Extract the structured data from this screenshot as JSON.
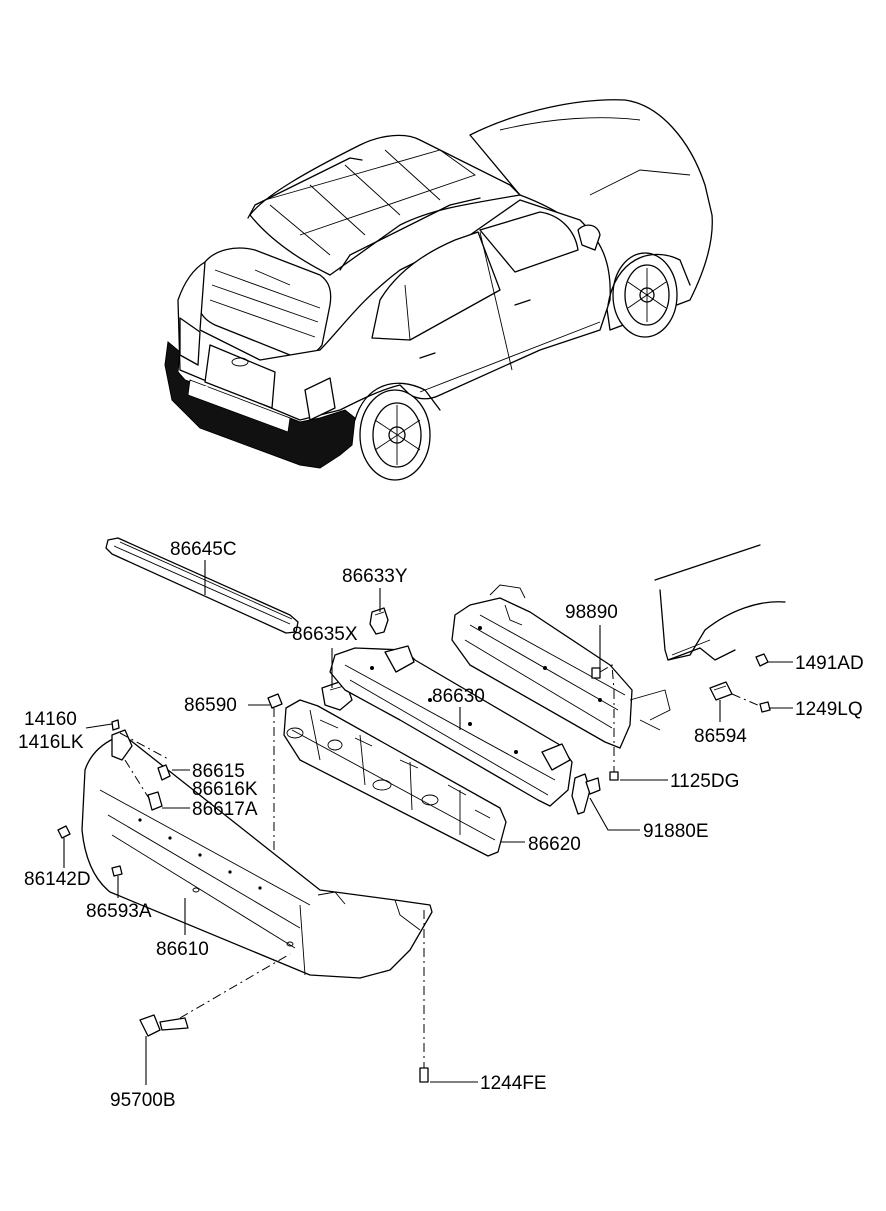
{
  "diagram": {
    "background": "#ffffff",
    "line_color": "#000000",
    "parts": [
      {
        "id": "p86645C",
        "label": "86645C"
      },
      {
        "id": "p86633Y",
        "label": "86633Y"
      },
      {
        "id": "p98890",
        "label": "98890"
      },
      {
        "id": "p86635X",
        "label": "86635X"
      },
      {
        "id": "p1491AD",
        "label": "1491AD"
      },
      {
        "id": "p86590",
        "label": "86590"
      },
      {
        "id": "p86630",
        "label": "86630"
      },
      {
        "id": "p1249LQ",
        "label": "1249LQ"
      },
      {
        "id": "p14160",
        "label": "14160"
      },
      {
        "id": "p1416LK",
        "label": "1416LK"
      },
      {
        "id": "p86594",
        "label": "86594"
      },
      {
        "id": "p86615",
        "label": "86615"
      },
      {
        "id": "p86616K",
        "label": "86616K"
      },
      {
        "id": "p1125DG",
        "label": "1125DG"
      },
      {
        "id": "p86617A",
        "label": "86617A"
      },
      {
        "id": "p91880E",
        "label": "91880E"
      },
      {
        "id": "p86620",
        "label": "86620"
      },
      {
        "id": "p86142D",
        "label": "86142D"
      },
      {
        "id": "p86593A",
        "label": "86593A"
      },
      {
        "id": "p86610",
        "label": "86610"
      },
      {
        "id": "p1244FE",
        "label": "1244FE"
      },
      {
        "id": "p95700B",
        "label": "95700B"
      }
    ]
  }
}
